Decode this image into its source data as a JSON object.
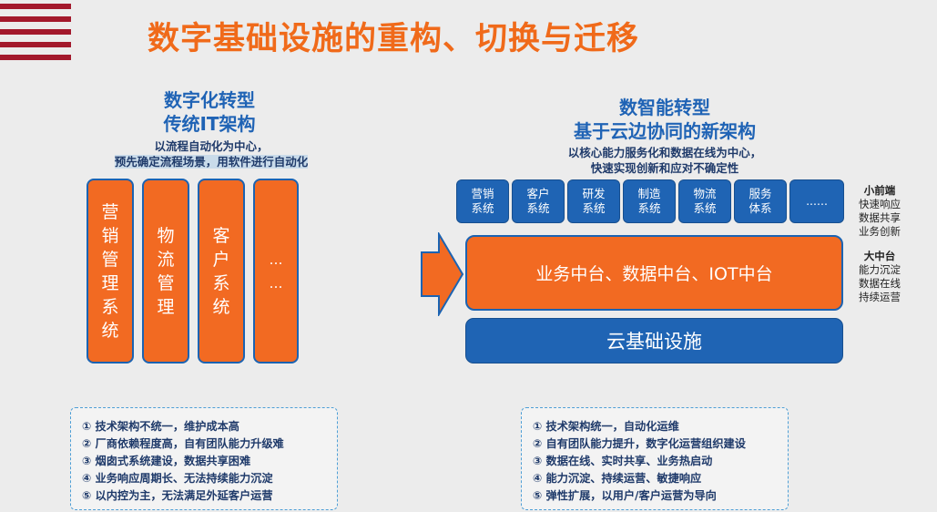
{
  "title": "数字基础设施的重构、切换与迁移",
  "left": {
    "heading_line1": "数字化转型",
    "heading_line2": "传统IT架构",
    "sub_line1": "以流程自动化为中心，",
    "sub_line2": "预先确定流程场景，用软件进行自动化",
    "columns": [
      {
        "chars": [
          "营",
          "销",
          "管",
          "理",
          "系",
          "统"
        ]
      },
      {
        "chars": [
          "物",
          "流",
          "管",
          "理"
        ]
      },
      {
        "chars": [
          "客",
          "户",
          "系",
          "统"
        ]
      },
      {
        "chars": [
          "…",
          "…"
        ]
      }
    ],
    "points": [
      "① 技术架构不统一，维护成本高",
      "② 厂商依赖程度高，自有团队能力升级难",
      "③ 烟囱式系统建设，数据共享困难",
      "④ 业务响应周期长、无法持续能力沉淀",
      "⑤ 以内控为主，无法满足外延客户运营"
    ]
  },
  "right": {
    "heading_line1": "数智能转型",
    "heading_line2": "基于云边协同的新架构",
    "sub_line1": "以核心能力服务化和数据在线为中心，",
    "sub_line2": "快速实现创新和应对不确定性",
    "modules": [
      {
        "l1": "营销",
        "l2": "系统"
      },
      {
        "l1": "客户",
        "l2": "系统"
      },
      {
        "l1": "研发",
        "l2": "系统"
      },
      {
        "l1": "制造",
        "l2": "系统"
      },
      {
        "l1": "物流",
        "l2": "系统"
      },
      {
        "l1": "服务",
        "l2": "体系"
      },
      {
        "l1": "......",
        "l2": ""
      }
    ],
    "middle_platform": "业务中台、数据中台、IOT中台",
    "cloud": "云基础设施",
    "front_label": {
      "title": "小前端",
      "lines": [
        "快速响应",
        "数据共享",
        "业务创新"
      ]
    },
    "middle_label": {
      "title": "大中台",
      "lines": [
        "能力沉淀",
        "数据在线",
        "持续运营"
      ]
    },
    "points": [
      "① 技术架构统一，自动化运维",
      "② 自有团队能力提升，数字化运营组织建设",
      "③ 数据在线、实时共享、业务热启动",
      "④ 能力沉淀、持续运营、敏捷响应",
      "⑤ 弹性扩展，以用户/客户运营为导向"
    ]
  },
  "colors": {
    "orange": "#f26a22",
    "blue": "#1f64b4",
    "title_orange": "#f06a1a",
    "logo_red": "#a3192c"
  }
}
